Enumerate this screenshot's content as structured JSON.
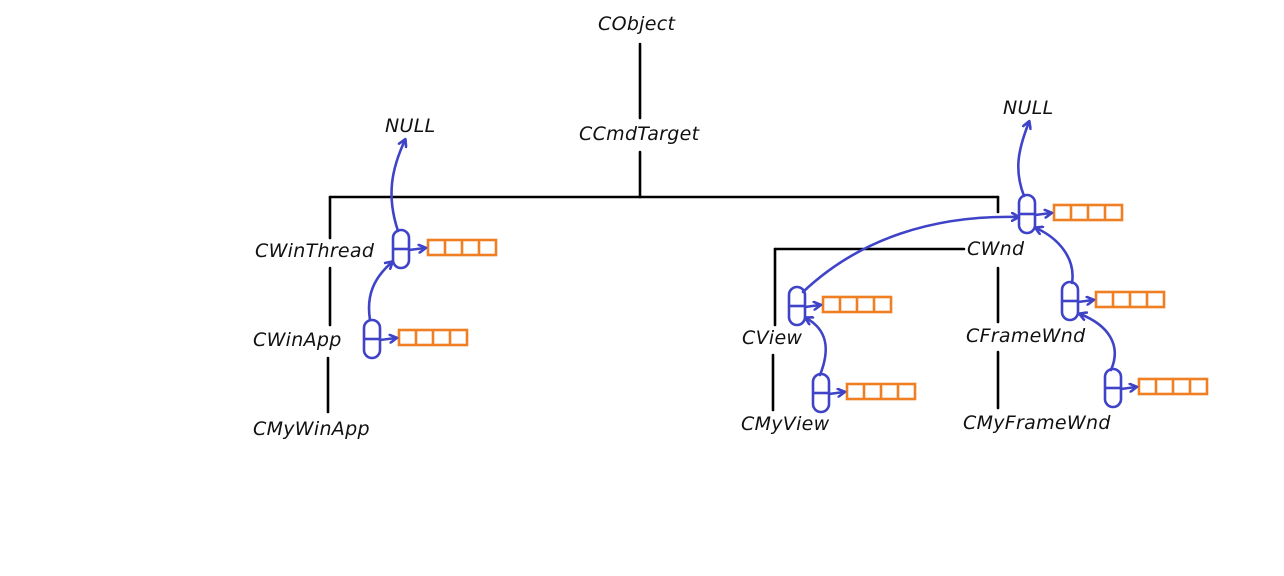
{
  "diagram": {
    "classes": {
      "cobject": "CObject",
      "ccmdtarget": "CCmdTarget",
      "cwinthread": "CWinThread",
      "cwinapp": "CWinApp",
      "cmywinapp": "CMyWinApp",
      "cwnd": "CWnd",
      "cview": "CView",
      "cmyview": "CMyView",
      "cframewnd": "CFrameWnd",
      "cmyframewnd": "CMyFrameWnd"
    },
    "null_left": "NULL",
    "null_right": "NULL"
  },
  "colors": {
    "tree_line": "#000000",
    "pointer_arrow": "#3f43c8",
    "message_map": "#f07f23",
    "text": "#111111"
  }
}
